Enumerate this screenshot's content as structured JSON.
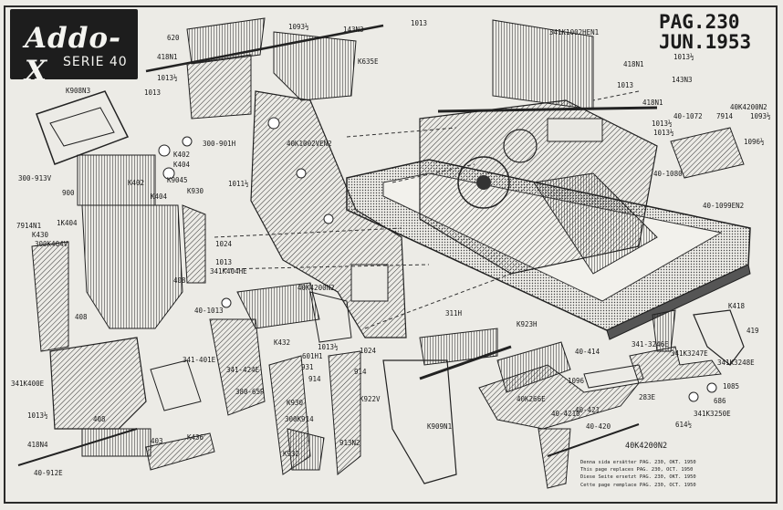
{
  "header": {
    "logo_name": "Addo-X",
    "logo_series": "SERIE 40",
    "page_number": "PAG.230",
    "date": "JUN.1953"
  },
  "parts": [
    "620",
    "1093½",
    "143N3",
    "1013",
    "418N1",
    "1013½",
    "1013",
    "K635E",
    "K908N3",
    "300-901H",
    "K402",
    "K404",
    "300-913V",
    "900",
    "K402",
    "K404",
    "K9045",
    "K930",
    "1K404",
    "7914N1",
    "K430",
    "300K404V",
    "408",
    "408",
    "1011½",
    "1024",
    "1013",
    "341K404HE",
    "40K1002VEN2",
    "341K1002HEN1",
    "418N1",
    "1013½",
    "1013",
    "143N3",
    "418N1",
    "40-1072",
    "7914",
    "40K4200N2",
    "1093½",
    "1013½",
    "1096½",
    "40-1080",
    "40-1099EN2",
    "1013½",
    "40-1013",
    "40K4200N2",
    "K432",
    "341-424E",
    "341-401E",
    "380-65R",
    "341K400E",
    "1013½",
    "408",
    "418N4",
    "40-912E",
    "403",
    "K436",
    "931",
    "914",
    "K930",
    "300K914",
    "K932",
    "913N2",
    "914",
    "K922V",
    "1024",
    "1013½",
    "601H1",
    "311H",
    "K923H",
    "K909N1",
    "40-414",
    "1096",
    "40K266E",
    "341-3246E",
    "341K3247E",
    "341K3248E",
    "K418",
    "419",
    "1085",
    "686",
    "341K3250E",
    "614½",
    "283E",
    "40-421",
    "40-420",
    "40K4200N2",
    "40-4210"
  ],
  "footnote": [
    {
      "text": "Denna sida ersätter",
      "ref": "PAG. 230, OKT. 1950"
    },
    {
      "text": "This page replaces",
      "ref": "PAG. 230, OCT. 1950"
    },
    {
      "text": "Diese Seite ersetzt",
      "ref": "PAG. 230, OKT. 1950"
    },
    {
      "text": "Cette page remplace",
      "ref": "PAG. 230, OCT. 1950"
    }
  ]
}
